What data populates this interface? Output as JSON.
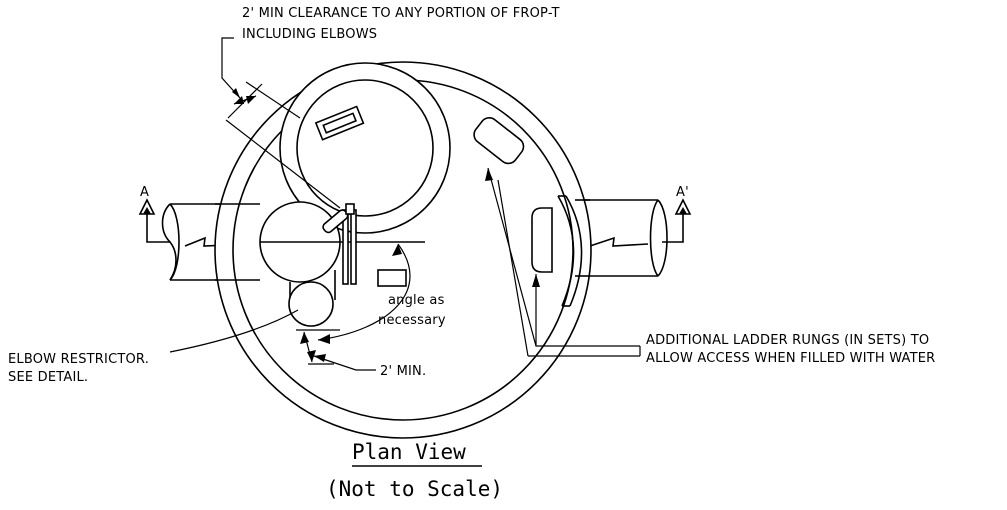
{
  "labels": {
    "clearance_line1": "2' MIN CLEARANCE TO ANY PORTION OF FROP-T",
    "clearance_line2": "INCLUDING ELBOWS",
    "section_left": "A",
    "section_right": "A'",
    "angle_line1": "angle as",
    "angle_line2": "necessary",
    "elbow_line1": "ELBOW RESTRICTOR.",
    "elbow_line2": "SEE DETAIL.",
    "min_dim": "2' MIN.",
    "ladder_line1": "ADDITIONAL LADDER RUNGS (IN SETS) TO",
    "ladder_line2": "ALLOW ACCESS WHEN FILLED WITH WATER",
    "view_title": "Plan View",
    "view_subtitle": "(Not to Scale)"
  }
}
